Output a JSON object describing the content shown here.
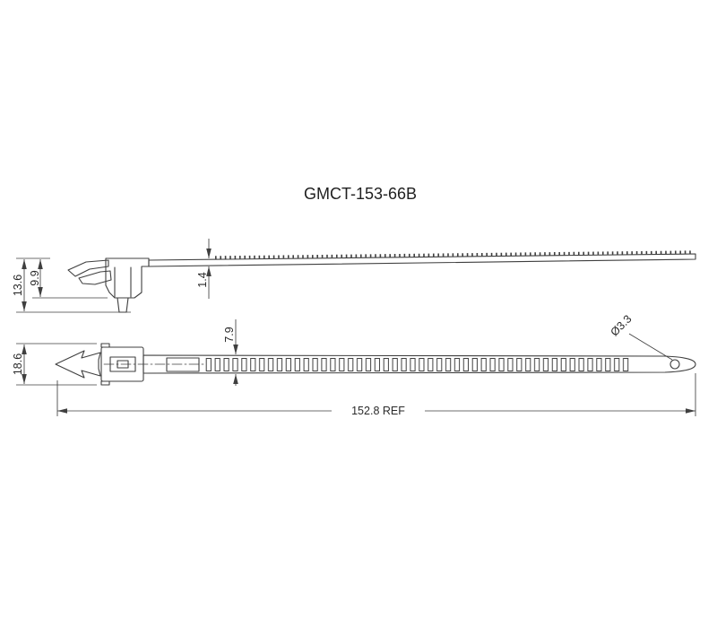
{
  "drawing": {
    "title": "GMCT-153-66B",
    "dims": {
      "overall_height": "13.6",
      "head_height": "9.9",
      "strap_thickness": "1.4",
      "mount_width": "18.6",
      "strap_width": "7.9",
      "hole_diameter": "Ø3.3",
      "overall_length": "152.8 REF"
    },
    "colors": {
      "line": "#3f3f3f",
      "background": "#ffffff"
    }
  }
}
